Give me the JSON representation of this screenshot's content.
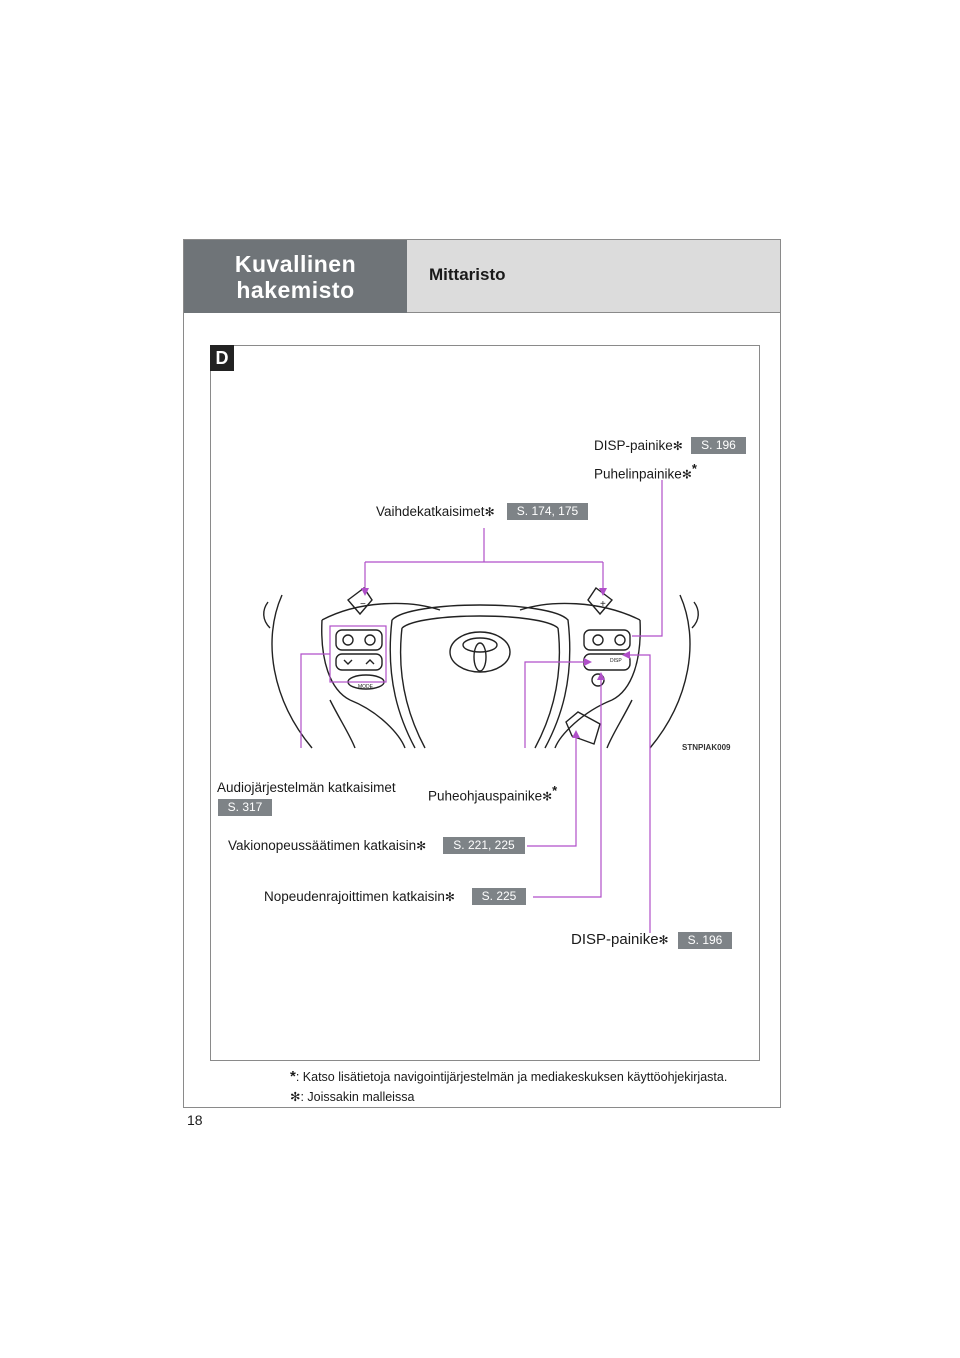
{
  "header": {
    "section_title_line1": "Kuvallinen",
    "section_title_line2": "hakemisto",
    "page_title": "Mittaristo"
  },
  "badge": "D",
  "image_code": "STNPIAK009",
  "callouts": {
    "disp_top": {
      "label": "DISP-painike",
      "ref": "S. 196"
    },
    "phone": {
      "label": "Puhelinpainike"
    },
    "paddles": {
      "label": "Vaihdekatkaisimet",
      "ref": "S. 174, 175"
    },
    "audio": {
      "label": "Audiojärjestelmän katkaisimet",
      "ref": "S. 317"
    },
    "voice": {
      "label": "Puheohjauspainike"
    },
    "cruise": {
      "label": "Vakionopeussäätimen katkaisin",
      "ref": "S. 221, 225"
    },
    "limiter": {
      "label": "Nopeudenrajoittimen katkaisin",
      "ref": "S. 225"
    },
    "disp_bottom": {
      "label": "DISP-painike",
      "ref": "S. 196"
    }
  },
  "wheel_labels": {
    "mode": "MODE",
    "disp": "DISP",
    "minus": "−",
    "plus": "+"
  },
  "footnotes": {
    "star": "*",
    "star_text": ": Katso lisätietoja navigointijärjestelmän ja mediakeskuksen käyttöohjekirjasta.",
    "asterisk": "✻",
    "asterisk_text": ": Joissakin malleissa"
  },
  "page_number": "18",
  "colors": {
    "leader": "#b04fc9",
    "header_dark": "#6f7478",
    "header_light": "#dcdcdc",
    "ref_badge": "#7e8387"
  }
}
